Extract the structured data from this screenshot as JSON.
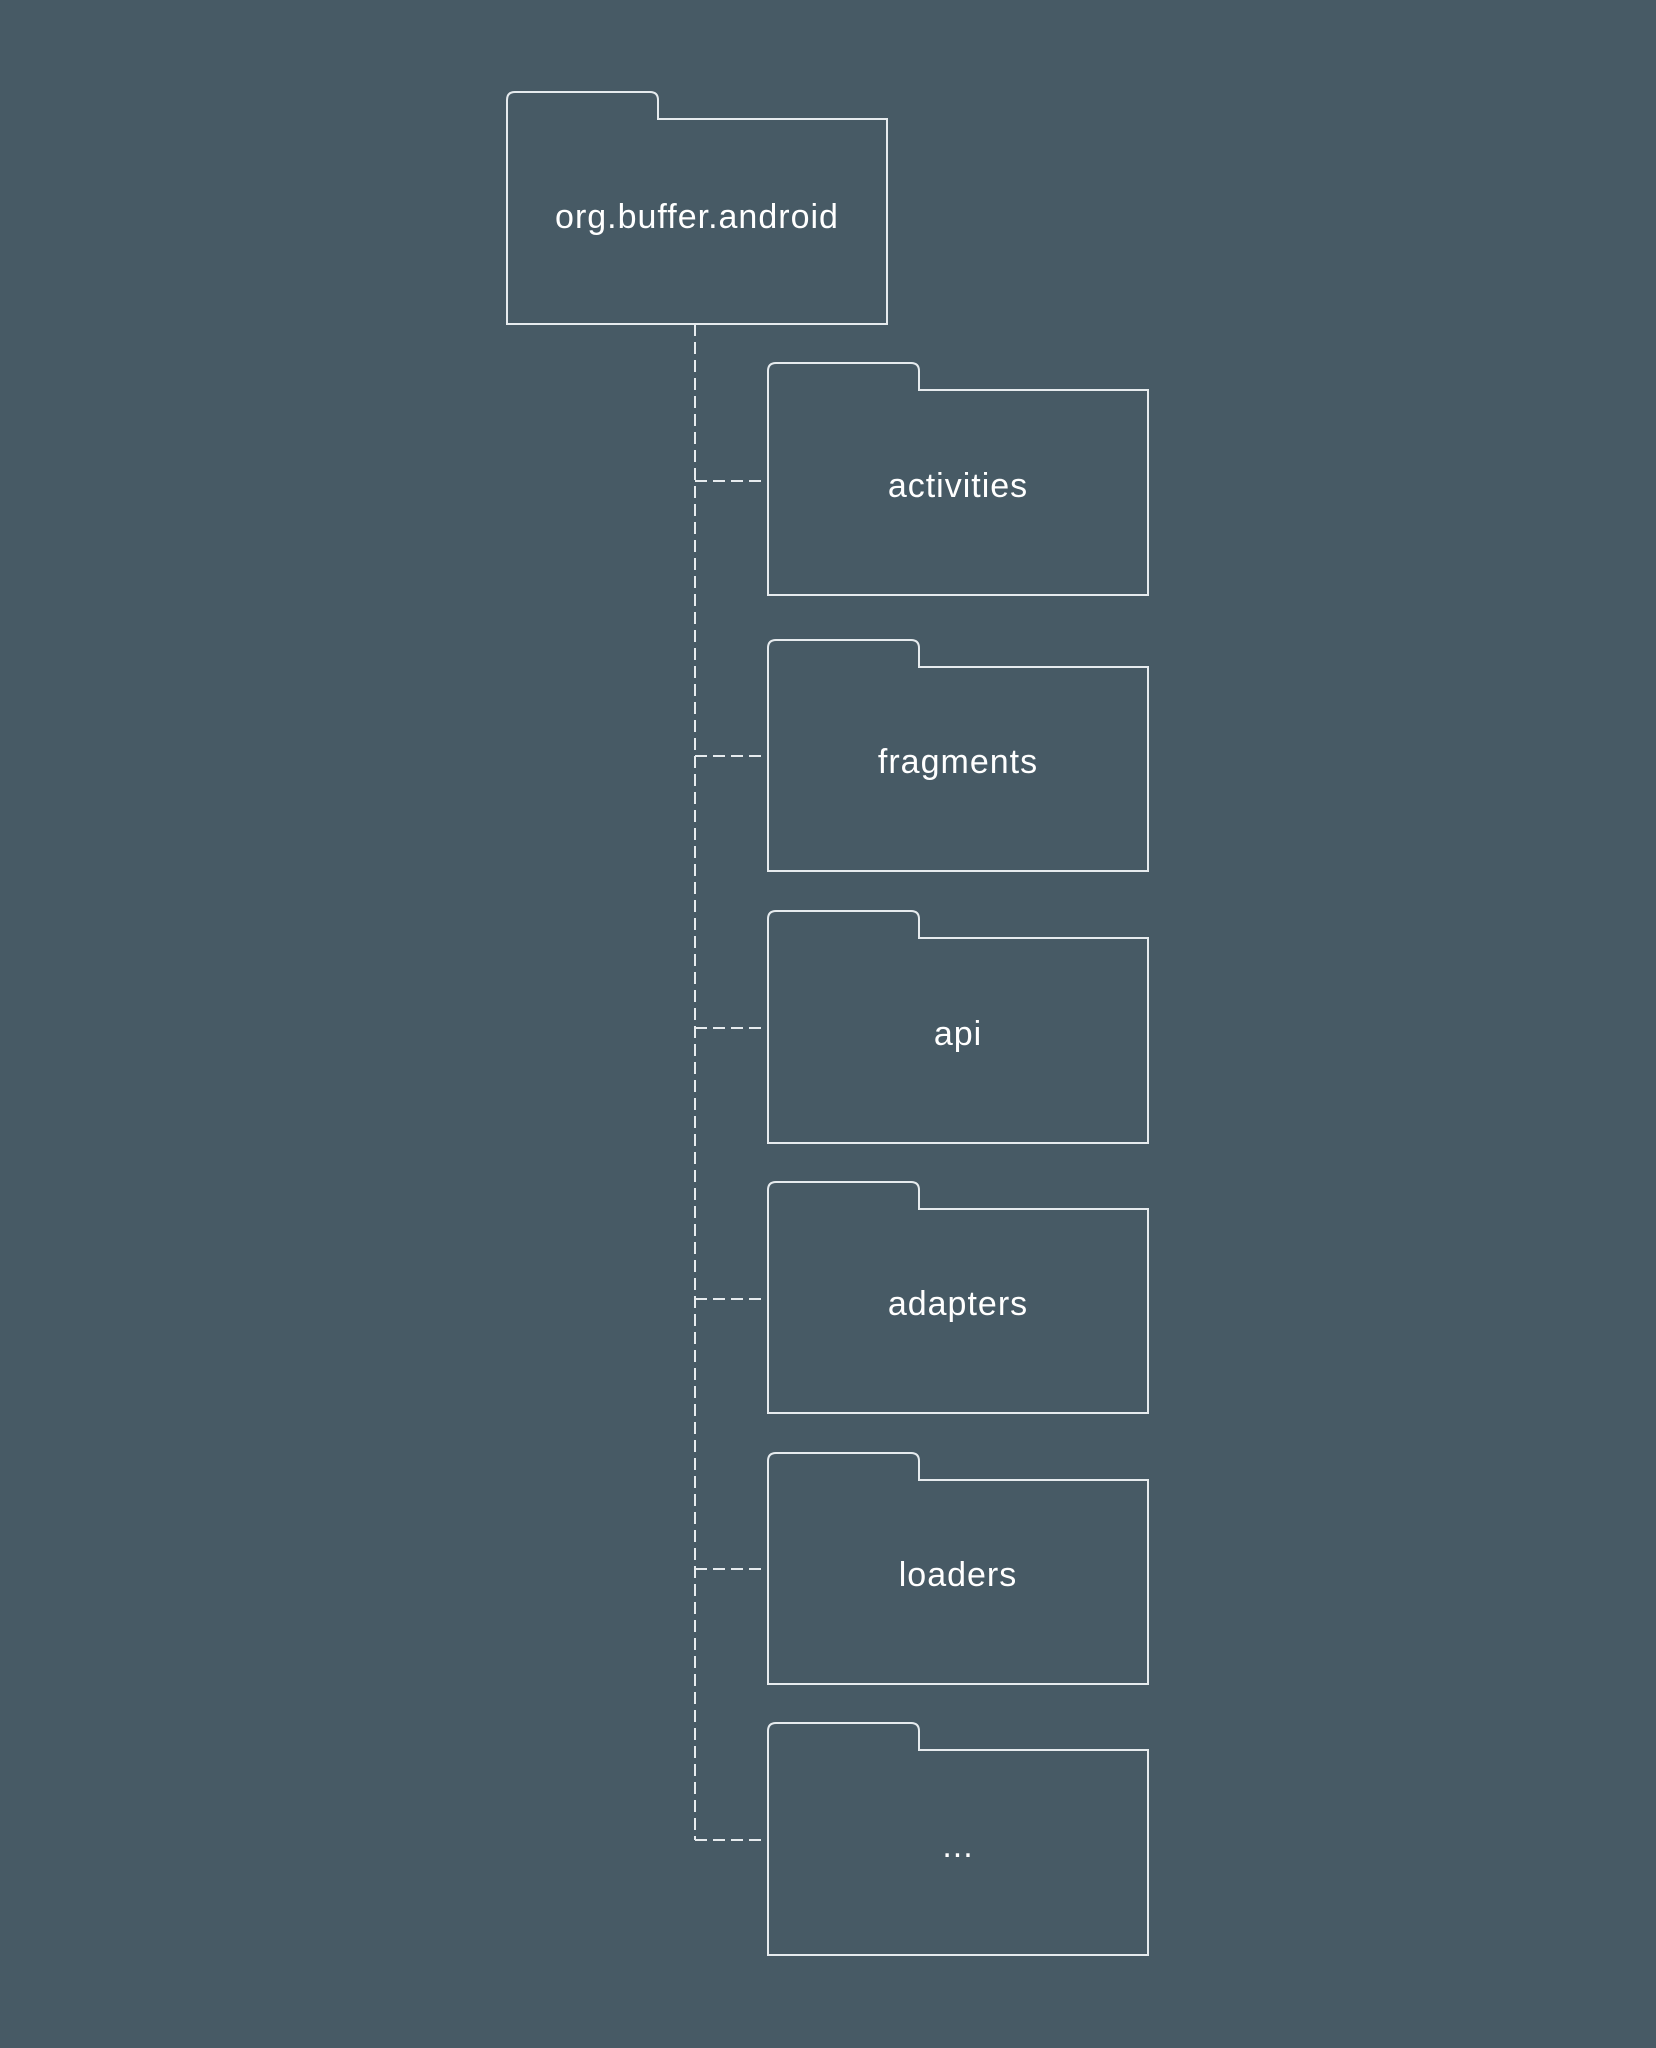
{
  "colors": {
    "background": "#475a65",
    "stroke": "#e6ebee",
    "text": "#ffffff"
  },
  "tree": {
    "root": {
      "label": "org.buffer.android",
      "icon": "folder-icon"
    },
    "children": [
      {
        "label": "activities",
        "icon": "folder-icon"
      },
      {
        "label": "fragments",
        "icon": "folder-icon"
      },
      {
        "label": "api",
        "icon": "folder-icon"
      },
      {
        "label": "adapters",
        "icon": "folder-icon"
      },
      {
        "label": "loaders",
        "icon": "folder-icon"
      },
      {
        "label": "...",
        "icon": "folder-icon"
      }
    ]
  }
}
